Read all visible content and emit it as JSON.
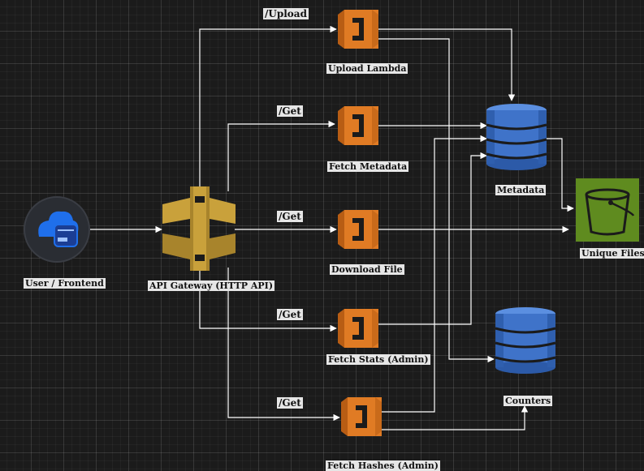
{
  "nodes": {
    "user_frontend": "User / Frontend",
    "api_gateway": "API Gateway (HTTP API)",
    "upload_lambda": "Upload Lambda",
    "fetch_metadata": "Fetch Metadata",
    "download_file": "Download File",
    "fetch_stats": "Fetch Stats (Admin)",
    "fetch_hashes": "Fetch Hashes (Admin)",
    "metadata": "Metadata",
    "counters": "Counters",
    "unique_files": "Unique Files"
  },
  "edges": {
    "upload": "/Upload",
    "get_metadata": "/Get",
    "get_download": "/Get",
    "get_stats": "/Get",
    "get_hashes": "/Get"
  },
  "colors": {
    "lambda": "#e07b24",
    "api_gateway": "#c9a13b",
    "dynamodb": "#3f73c9",
    "s3": "#5f8b1f",
    "frontend": "#1f6feb"
  }
}
